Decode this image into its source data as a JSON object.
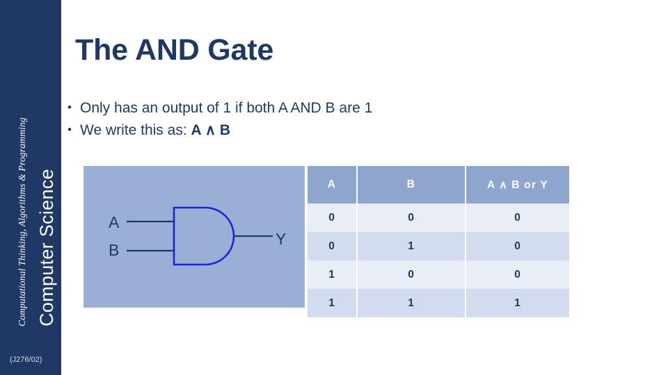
{
  "sidebar": {
    "course_title": "Computer Science",
    "course_subtitle": "Computational Thinking, Algorithms & Programming",
    "slide_code": "(J276/02)"
  },
  "slide": {
    "title": "The AND Gate",
    "bullets": [
      {
        "marker": "•",
        "text": "Only has an output of 1 if both A AND B are 1"
      },
      {
        "marker": "•",
        "text_plain": "We write this as:  ",
        "text_bold": "A ∧ B"
      }
    ]
  },
  "figure": {
    "input_a_label": "A",
    "input_b_label": "B",
    "output_label": "Y",
    "gate_type": "and-gate",
    "gate_outline_color": "#2222DD",
    "panel_color": "#9AAFD4"
  },
  "table": {
    "headers": [
      "A",
      "B",
      "A ∧ B  or  Y"
    ],
    "rows": [
      [
        "0",
        "0",
        "0"
      ],
      [
        "0",
        "1",
        "0"
      ],
      [
        "1",
        "0",
        "0"
      ],
      [
        "1",
        "1",
        "1"
      ]
    ]
  },
  "colors": {
    "brand_navy": "#1F3864",
    "panel_blue": "#9AAFD4",
    "header_blue": "#8EA5CE",
    "row_light": "#E8EDF6",
    "row_dark": "#D2DCEE"
  }
}
